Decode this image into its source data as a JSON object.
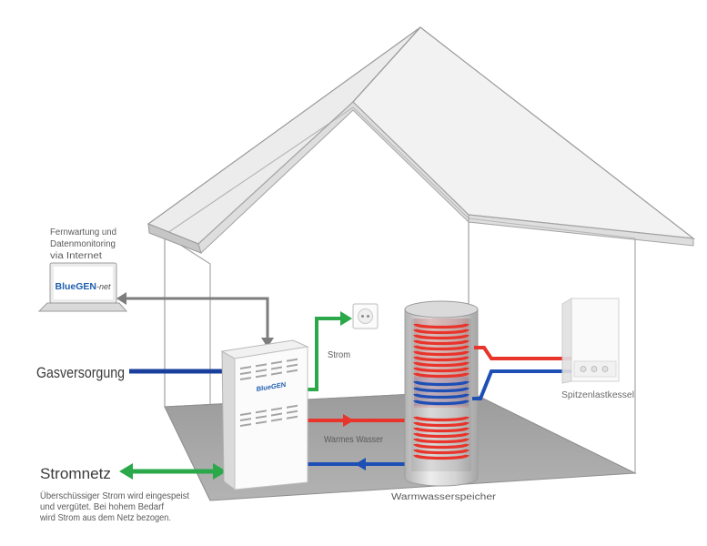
{
  "remote_monitoring": {
    "caption_lines": [
      "Fernwartung und",
      "Datenmonitoring",
      "via Internet"
    ],
    "laptop_logo": {
      "brand": "BlueGEN",
      "suffix": "-net"
    }
  },
  "gas_supply": {
    "label": "Gasversorgung"
  },
  "fuel_cell_unit": {
    "logo": "BlueGEN"
  },
  "electricity": {
    "label": "Strom"
  },
  "hot_water": {
    "label": "Warmes Wasser"
  },
  "storage_tank": {
    "label": "Warmwasserspeicher"
  },
  "peak_boiler": {
    "label": "Spitzenlastkessel"
  },
  "power_grid": {
    "label": "Stromnetz",
    "note_lines": [
      "Überschüssiger Strom wird eingespeist",
      "und vergütet. Bei hohem Bedarf",
      "wird Strom aus dem Netz bezogen."
    ]
  },
  "colors": {
    "gas": "#1b3f9c",
    "power": "#2aa84a",
    "hot_water": "#e8342a",
    "return_water": "#1d4fb5",
    "data_link": "#7d7d7d",
    "logo_blue": "#1f5fb0"
  }
}
